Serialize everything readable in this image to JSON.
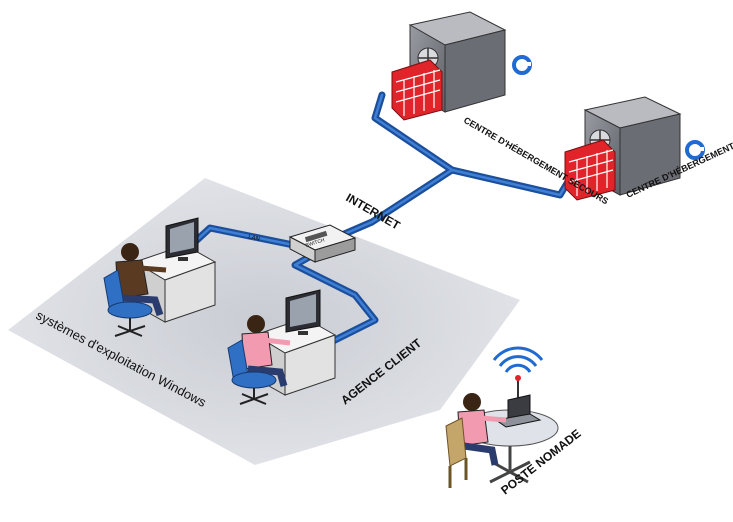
{
  "labels": {
    "backup_center": "CENTRE D'HÉBERGEMENT SECOURS",
    "hosting_center": "CENTRE D'HÉBERGEMENT",
    "internet": "INTERNET",
    "client_agency": "AGENCE CLIENT",
    "os_windows": "systèmes d'exploitation Windows",
    "nomad_station": "POSTE NOMADE",
    "lan": "LAN",
    "router": "SWITCH"
  },
  "icons": [
    "vault-icon",
    "firewall-icon",
    "router-icon",
    "computer-icon",
    "laptop-icon",
    "wifi-icon",
    "person-icon",
    "brand-logo-icon"
  ],
  "colors": {
    "cable": "#1b4f9c",
    "cable_light": "#3f7fd6",
    "zone": "#cfd3da",
    "vault": "#7d7f86",
    "firewall": "#e0242a",
    "logo": "#1f6bd1"
  }
}
